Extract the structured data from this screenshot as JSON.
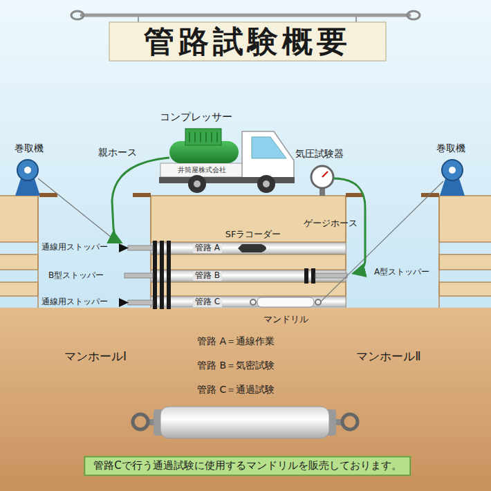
{
  "diagram": {
    "title": "管路試験概要",
    "caption": "管路Cで行う通過試験に使用するマンドリルを販売しております。",
    "labels": [
      "コンプレッサー",
      "巻取機",
      "親ホース",
      "井筒屋株式会社",
      "気圧試験器",
      "巻取機",
      "SFラコーダー",
      "ゲージホース",
      "通線用ストッパー",
      "管路 A",
      "B型ストッパー",
      "管路 B",
      "A型ストッパー",
      "通線用ストッパー",
      "管路 C",
      "マンドリル",
      "マンホールⅠ",
      "マンホールⅡ",
      "管路 A＝通線作業",
      "管路 B＝気密試験",
      "管路 C＝通過試験"
    ]
  }
}
